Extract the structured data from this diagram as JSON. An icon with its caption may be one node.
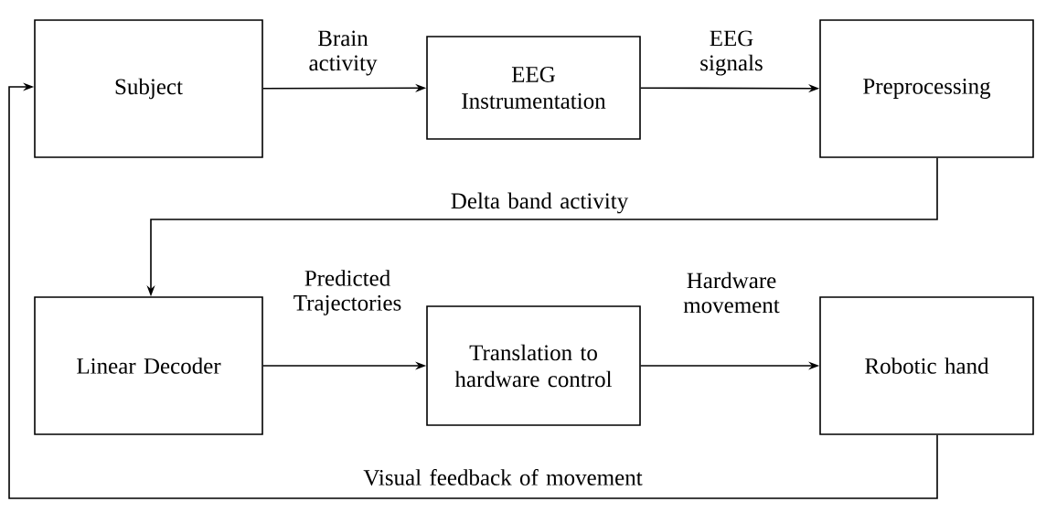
{
  "diagram": {
    "nodes": [
      {
        "text": [
          "Subject"
        ]
      },
      {
        "text": [
          "EEG Instrumentation"
        ]
      },
      {
        "text": [
          "Preprocessing"
        ]
      },
      {
        "text": [
          "Linear Decoder"
        ]
      },
      {
        "text": [
          "Translation to hardware control"
        ]
      },
      {
        "text": [
          "Robotic hand"
        ]
      }
    ],
    "edges": [
      {
        "from": 0,
        "to": 1,
        "arrow": "to",
        "label": "Brain activity"
      },
      {
        "from": 1,
        "to": 2,
        "arrow": "to",
        "label": "EEG signals"
      },
      {
        "from": 2,
        "to": 3,
        "arrow": "to",
        "label": "Delta band activity"
      },
      {
        "from": 3,
        "to": 4,
        "arrow": "to",
        "label": "Predicted Trajectories"
      },
      {
        "from": 4,
        "to": 5,
        "arrow": "to",
        "label": "Hardware movement"
      },
      {
        "from": 5,
        "to": 0,
        "arrow": "to",
        "label": "Visual feedback of movement"
      }
    ]
  }
}
